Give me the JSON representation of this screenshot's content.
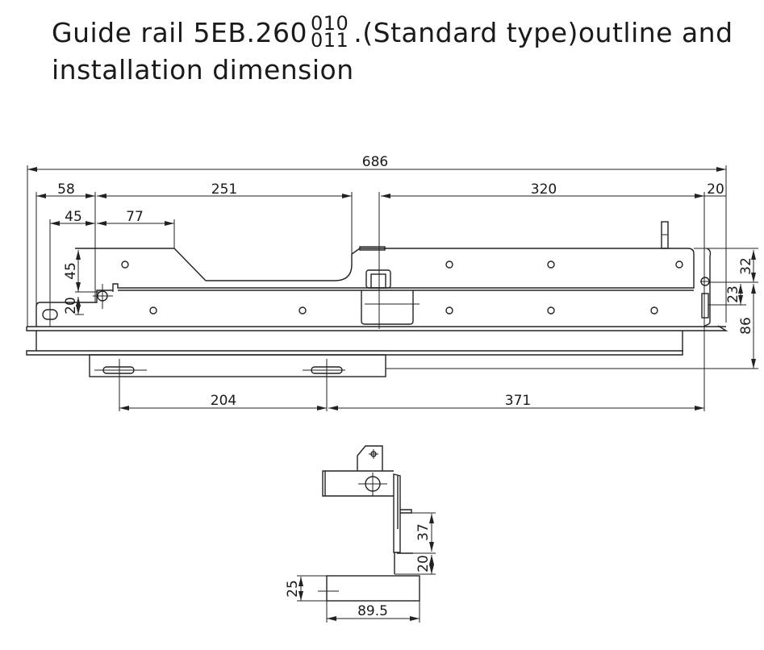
{
  "title": {
    "prefix": "Guide rail 5EB.260",
    "superscript": "010",
    "subscript": "011",
    "suffix": ".(Standard type)outline and",
    "line2": "installation dimension"
  },
  "main_view": {
    "overall_length": "686",
    "left_offset": "58",
    "left_span": "251",
    "right_span": "320",
    "right_offset": "20",
    "hole_offset": "45",
    "cutout_length": "77",
    "plate_height": "45",
    "hole_height": "20",
    "top_to_hole": "32",
    "hole_to_slot": "23",
    "hole_to_bottom": "86",
    "slot_spacing": "204",
    "slot_to_end": "371"
  },
  "side_view": {
    "upper_height": "37",
    "lower_height": "20",
    "base_height": "25",
    "base_width": "89.5"
  }
}
